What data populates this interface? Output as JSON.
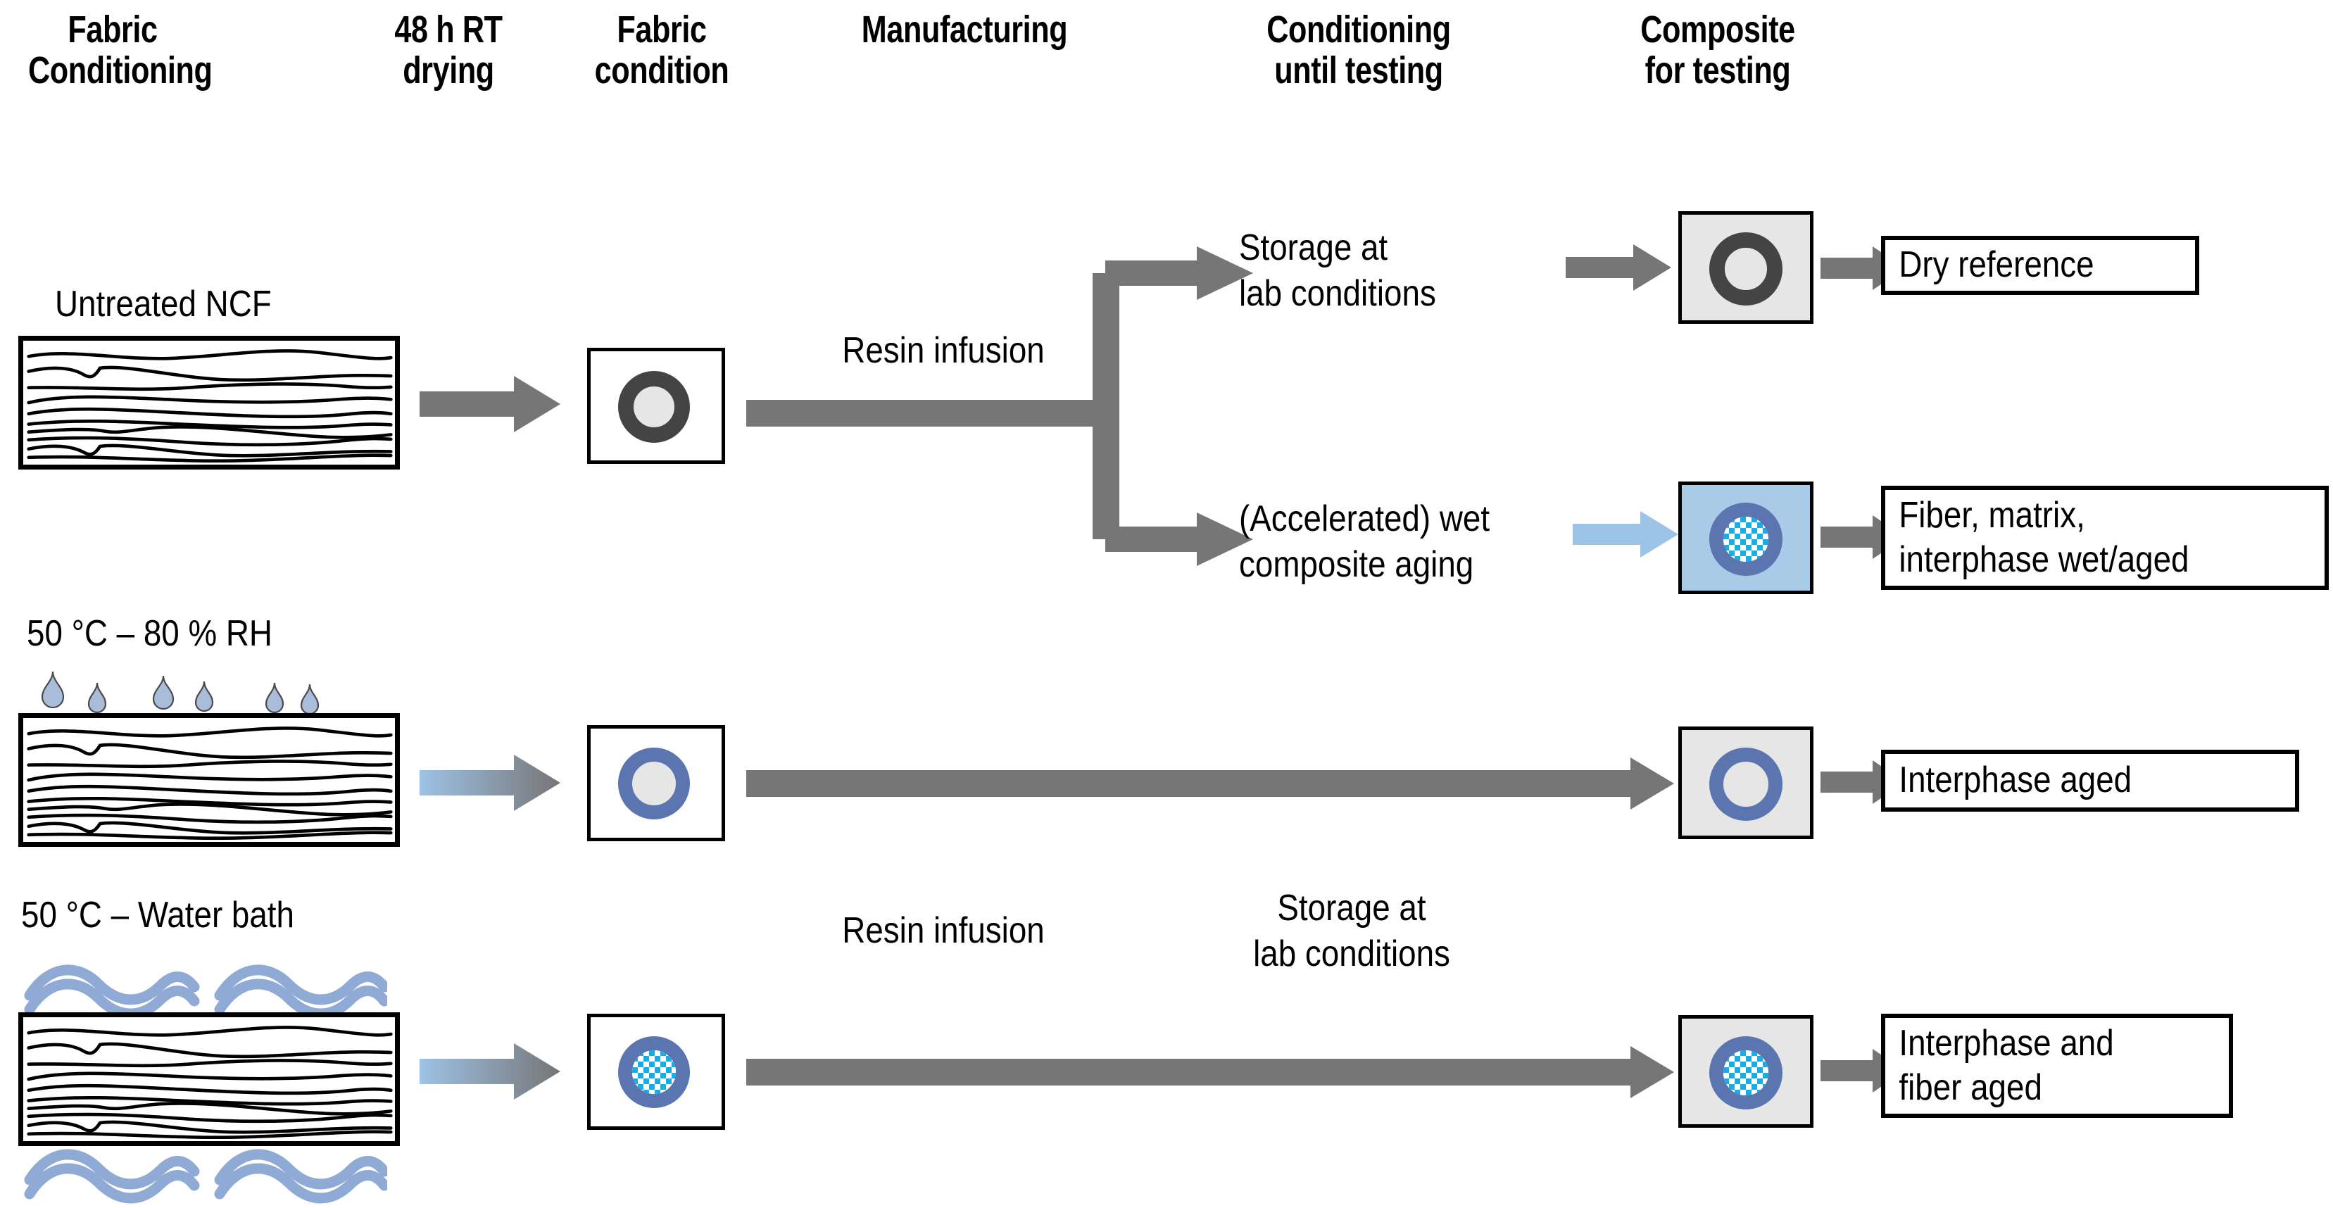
{
  "diagram": {
    "title": "Fabric conditioning / composite manufacturing and aging workflow",
    "columns": [
      {
        "id": "fabric-conditioning",
        "label": "Fabric\nConditioning"
      },
      {
        "id": "drying",
        "label": "48 h RT\ndrying"
      },
      {
        "id": "fabric-condition",
        "label": "Fabric\ncondition"
      },
      {
        "id": "manufacturing",
        "label": "Manufacturing"
      },
      {
        "id": "conditioning-until-testing",
        "label": "Conditioning\nuntil testing"
      },
      {
        "id": "composite-for-testing",
        "label": "Composite\nfor testing"
      }
    ],
    "rows": [
      {
        "id": "untreated",
        "fabric_label": "Untreated NCF",
        "manufacturing_label": "Resin infusion",
        "conditioning_labels": [
          "Storage at\nlab conditions",
          "(Accelerated) wet\ncomposite aging"
        ],
        "results": [
          "Dry reference",
          "Fiber, matrix,\ninterphase wet/aged"
        ]
      },
      {
        "id": "humidity",
        "fabric_label": "50 °C – 80 % RH",
        "results": [
          "Interphase aged"
        ]
      },
      {
        "id": "water-bath",
        "fabric_label": "50 °C – Water bath",
        "manufacturing_label": "Resin infusion",
        "conditioning_label": "Storage at\nlab conditions",
        "results": [
          "Interphase and\nfiber aged"
        ]
      }
    ],
    "colors": {
      "arrow_gray": "#767676",
      "arrow_blue": "#9DC3E6",
      "ring_dark_gray": "#444444",
      "ring_blue": "#5B75B0",
      "fill_light_gray": "#E6E6E6",
      "checker_cyan": "#15AEE5",
      "composite_blue_bg": "#A8CBE8",
      "composite_gray_bg": "#E6E6E6",
      "droplet_blue": "#A8BDD9",
      "wave_blue": "#8FAAD4",
      "outline_black": "#000000"
    },
    "icons": {
      "fabric": "fabric-weave-icon",
      "droplet": "water-droplet-icon",
      "wave": "water-wave-icon",
      "fiber_dry": "fiber-cross-section-dry-icon",
      "fiber_aged": "fiber-cross-section-aged-icon",
      "fiber_wet": "fiber-cross-section-wet-icon",
      "arrow": "arrow-right-icon",
      "branch": "branch-split-arrow-icon"
    }
  }
}
